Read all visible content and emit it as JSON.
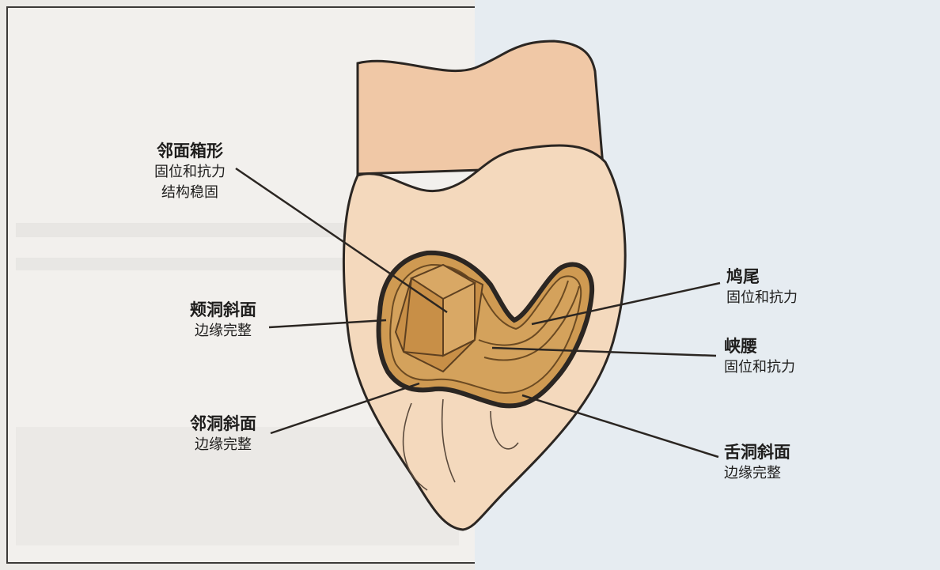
{
  "labels": {
    "box": {
      "title": "邻面箱形",
      "lines": [
        "固位和抗力",
        "结构稳固"
      ]
    },
    "buccal": {
      "title": "颊洞斜面",
      "lines": [
        "边缘完整"
      ]
    },
    "proximal": {
      "title": "邻洞斜面",
      "lines": [
        "边缘完整"
      ]
    },
    "dovetail": {
      "title": "鸠尾",
      "lines": [
        "固位和抗力"
      ]
    },
    "isthmus": {
      "title": "峡腰",
      "lines": [
        "固位和抗力"
      ]
    },
    "lingual": {
      "title": "舌洞斜面",
      "lines": [
        "边缘完整"
      ]
    }
  },
  "colors": {
    "root": "#f0c8a6",
    "crown": "#f4d9bd",
    "cavity": "#cf9a52",
    "cavity_dark": "#b97e36",
    "outline": "#2b2622"
  }
}
